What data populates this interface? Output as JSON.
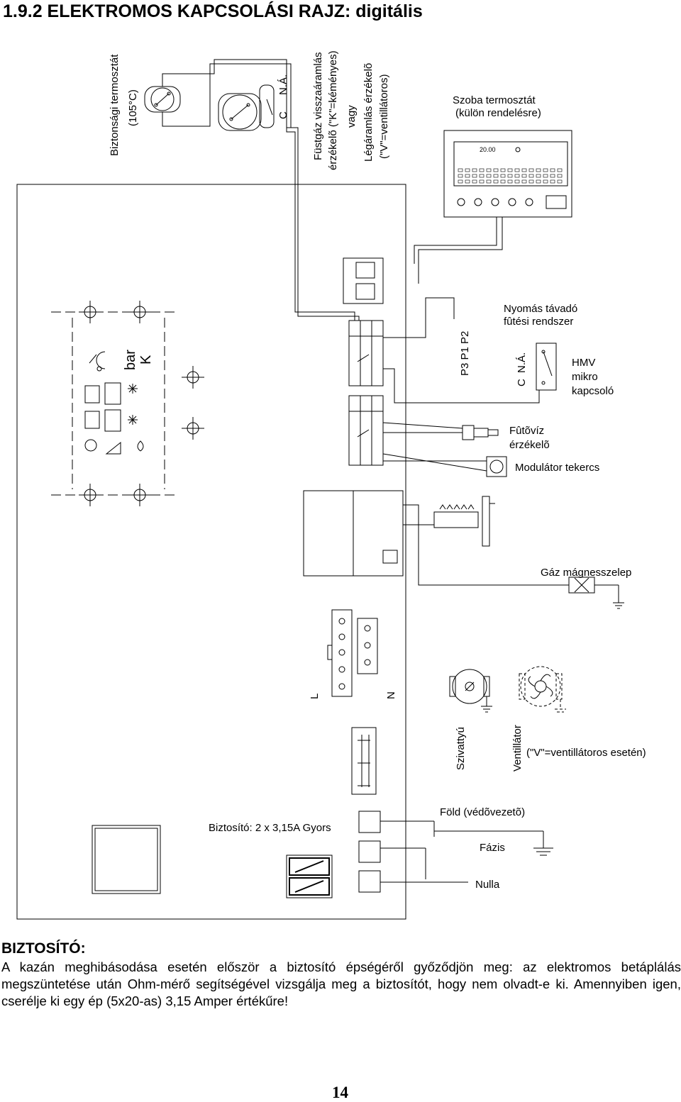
{
  "page": {
    "title": "1.9.2 ELEKTROMOS KAPCSOLÁSI RAJZ: digitális",
    "page_number": "14"
  },
  "diagram": {
    "safety_thermostat": {
      "line1": "Biztonsági termosztát",
      "line2": "(105°C)"
    },
    "flue_sensor_pins": {
      "c": "C",
      "na": "N.Á."
    },
    "flue_sensor": {
      "line1": "Füstgáz visszaáramlás",
      "line2": "érzékelõ (\"K\"=kéményes)",
      "line3": "vagy",
      "line4": "Légáramlás érzékelõ",
      "line5": "(\"V\"=ventillátoros)"
    },
    "room_thermostat": {
      "line1": "Szoba termosztát",
      "line2": "(külön rendelésre)",
      "display": "20.00"
    },
    "panel_text": {
      "bar": "bar",
      "k": "K"
    },
    "connector_pins": "P3  P1 P2",
    "pressure_sensor": {
      "line1": "Nyomás távadó",
      "line2": "fûtési rendszer"
    },
    "hmv_pins": {
      "c": "C",
      "na": "N.Á."
    },
    "hmv_switch": {
      "line1": "HMV",
      "line2": "mikro",
      "line3": "kapcsoló"
    },
    "heating_sensor": {
      "line1": "Fûtõvíz",
      "line2": "érzékelõ"
    },
    "modulator": "Modulátor tekercs",
    "gas_valve": "Gáz mágnesszelep",
    "terminal_l": "L",
    "terminal_n": "N",
    "pump": "Szivattyú",
    "fan": "Ventillátor",
    "fan_note": "(\"V\"=ventillátoros esetén)",
    "fuse": "Biztosító: 2 x 3,15A Gyors",
    "earth": "Föld (védõvezetõ)",
    "phase": "Fázis",
    "neutral": "Nulla"
  },
  "warning": {
    "heading": "BIZTOSÍTÓ:",
    "text": "A kazán meghibásodása esetén először a biztosító épségéről győződjön meg: az elektromos betáplálás megszüntetése után Ohm-mérő segítségével vizsgálja meg a biztosítót, hogy nem olvadt-e ki. Amennyiben igen, cserélje ki egy ép (5x20-as) 3,15 Amper értékűre!"
  }
}
